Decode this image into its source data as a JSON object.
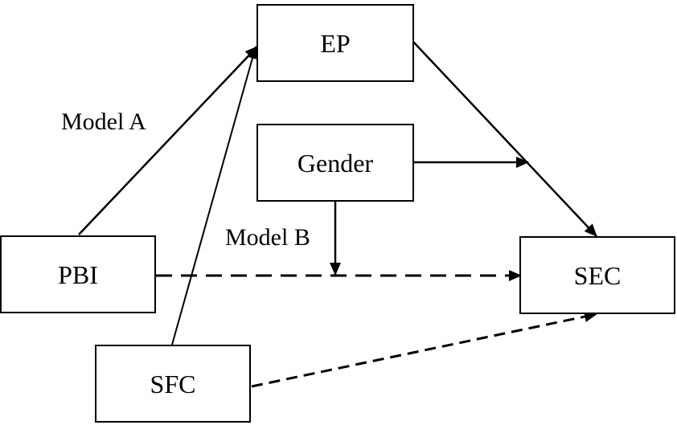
{
  "nodes": {
    "ep": "EP",
    "gender": "Gender",
    "pbi": "PBI",
    "sfc": "SFC",
    "sec": "SEC"
  },
  "labels": {
    "model_a": "Model A",
    "model_b": "Model B"
  },
  "edges": [
    {
      "from": "PBI",
      "to": "EP",
      "style": "solid"
    },
    {
      "from": "SFC",
      "to": "EP",
      "style": "solid"
    },
    {
      "from": "EP",
      "to": "SEC",
      "style": "solid"
    },
    {
      "from": "Gender",
      "to": "EP-SEC path",
      "style": "solid"
    },
    {
      "from": "Gender",
      "to": "PBI-SEC path",
      "style": "solid"
    },
    {
      "from": "PBI",
      "to": "SEC",
      "style": "dashed"
    },
    {
      "from": "SFC",
      "to": "SEC",
      "style": "dashed"
    }
  ],
  "colors": {
    "stroke": "#000000",
    "background": "#ffffff"
  }
}
